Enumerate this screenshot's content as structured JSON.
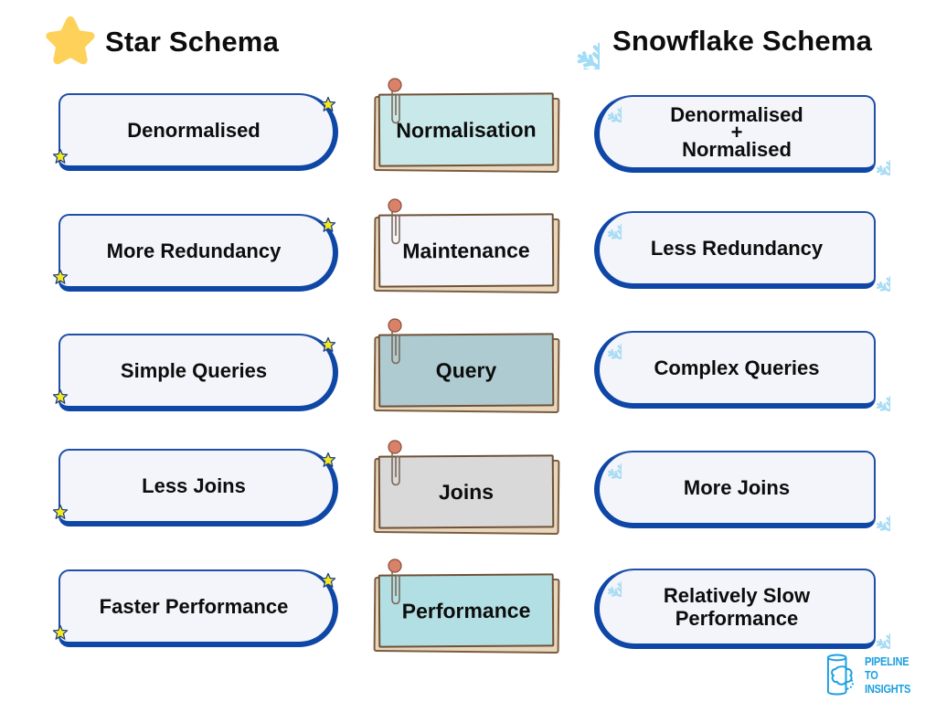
{
  "headers": {
    "left": {
      "title": "Star Schema",
      "icon": "star-icon",
      "icon_color": "#fdd15a"
    },
    "right": {
      "title": "Snowflake Schema",
      "icon": "snowflake-icon",
      "icon_color": "#a3dcf6"
    }
  },
  "colors": {
    "card_fill": "#f3f5fb",
    "card_border": "#0f47a6",
    "small_star": "#f4ea1c",
    "small_flake": "#a9dcf4",
    "note_back": "#e8d7bd",
    "note_border": "#6e5137",
    "clip_head": "#d9826a",
    "logo": "#1b9fe0"
  },
  "rows": [
    {
      "star": "Denormalised",
      "aspect": "Normalisation",
      "aspect_color": "#c9e8ea",
      "snowflake": "Denormalised\n+\nNormalised"
    },
    {
      "star": "More Redundancy",
      "aspect": "Maintenance",
      "aspect_color": "#f3f5fb",
      "snowflake": "Less Redundancy"
    },
    {
      "star": "Simple Queries",
      "aspect": "Query",
      "aspect_color": "#aecbd1",
      "snowflake": "Complex Queries"
    },
    {
      "star": "Less Joins",
      "aspect": "Joins",
      "aspect_color": "#d9d9d9",
      "snowflake": "More Joins"
    },
    {
      "star": "Faster Performance",
      "aspect": "Performance",
      "aspect_color": "#b2dfe3",
      "snowflake": "Relatively Slow\nPerformance"
    }
  ],
  "logo": {
    "line1": "PIPELINE",
    "line2": "TO INSIGHTS",
    "icon": "brain-cylinder-icon"
  }
}
